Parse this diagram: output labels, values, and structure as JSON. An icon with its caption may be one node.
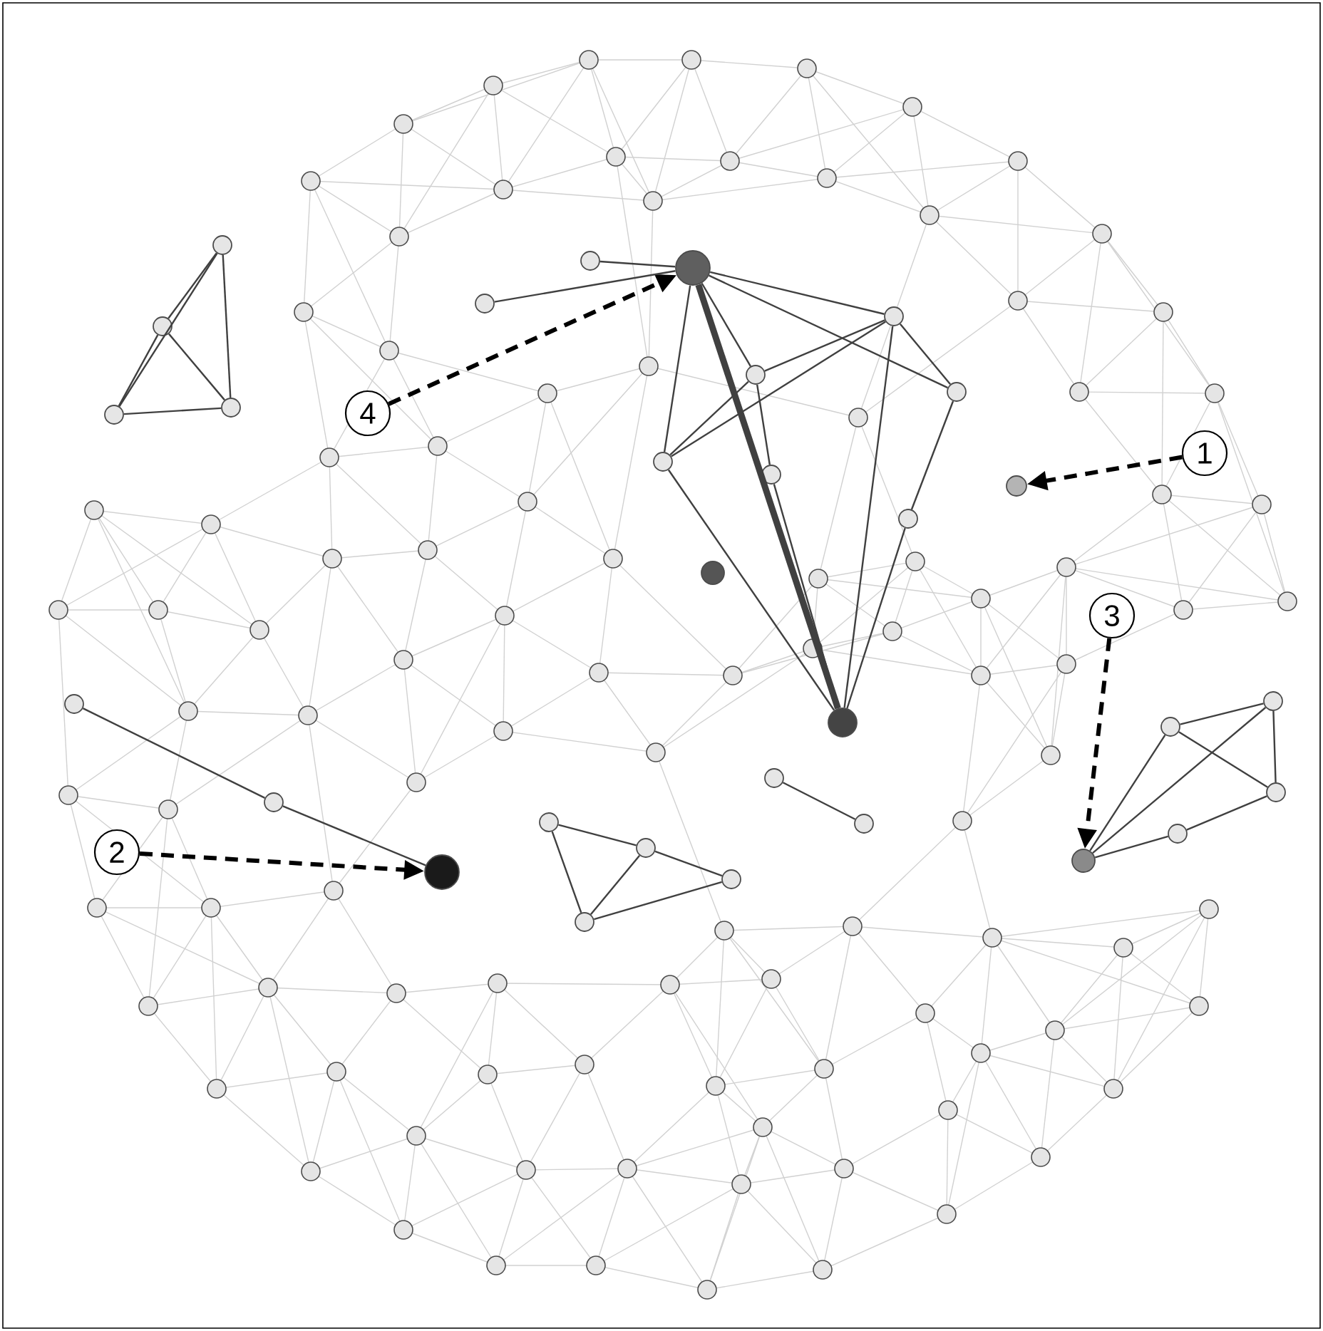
{
  "diagram": {
    "nodes": [
      {
        "text": [
          "1"
        ]
      },
      {
        "text": [
          "2"
        ]
      },
      {
        "text": [
          "3"
        ]
      },
      {
        "text": [
          "4"
        ]
      },
      {
        "text": [],
        "shape": "circle"
      },
      {
        "text": [],
        "shape": "circle"
      },
      {
        "text": [],
        "shape": "circle"
      },
      {
        "text": [],
        "shape": "circle"
      },
      {
        "text": [],
        "shape": "circle"
      },
      {
        "text": [],
        "shape": "circle"
      },
      {
        "text": [],
        "shape": "circle"
      },
      {
        "text": [],
        "shape": "circle"
      },
      {
        "text": [],
        "shape": "circle"
      },
      {
        "text": [],
        "shape": "circle"
      },
      {
        "text": [],
        "shape": "circle"
      },
      {
        "text": [],
        "shape": "circle"
      },
      {
        "text": [],
        "shape": "circle"
      },
      {
        "text": [],
        "shape": "circle"
      },
      {
        "text": [],
        "shape": "circle"
      },
      {
        "text": [],
        "shape": "circle"
      },
      {
        "text": [],
        "shape": "circle"
      },
      {
        "text": [],
        "shape": "circle"
      },
      {
        "text": [],
        "shape": "circle"
      },
      {
        "text": [],
        "shape": "circle"
      },
      {
        "text": [],
        "shape": "circle"
      },
      {
        "text": [],
        "shape": "circle"
      },
      {
        "text": [],
        "shape": "circle"
      },
      {
        "text": [],
        "shape": "circle"
      },
      {
        "text": [],
        "shape": "circle"
      },
      {
        "text": [],
        "shape": "circle"
      },
      {
        "text": [],
        "shape": "circle"
      },
      {
        "text": [],
        "shape": "circle"
      },
      {
        "text": [],
        "shape": "circle"
      },
      {
        "text": [],
        "shape": "circle"
      }
    ],
    "edges": [
      {
        "from": 0,
        "to": 4,
        "arrow": "to",
        "style": "dashed",
        "color": "#000000"
      },
      {
        "from": 1,
        "to": 5,
        "arrow": "to",
        "style": "dashed",
        "color": "#000000"
      },
      {
        "from": 2,
        "to": 6,
        "arrow": "to",
        "style": "dashed",
        "color": "#000000"
      },
      {
        "from": 3,
        "to": 7,
        "arrow": "to",
        "style": "dashed",
        "color": "#000000"
      },
      {
        "from": 7,
        "to": 8,
        "arrow": "none",
        "style": "thick"
      },
      {
        "from": 7,
        "to": 14,
        "arrow": "none"
      },
      {
        "from": 7,
        "to": 15,
        "arrow": "none"
      },
      {
        "from": 7,
        "to": 10,
        "arrow": "none"
      },
      {
        "from": 7,
        "to": 12,
        "arrow": "none"
      },
      {
        "from": 7,
        "to": 13,
        "arrow": "none"
      },
      {
        "from": 7,
        "to": 11,
        "arrow": "none"
      },
      {
        "from": 10,
        "to": 11,
        "arrow": "none"
      },
      {
        "from": 10,
        "to": 13,
        "arrow": "none"
      },
      {
        "from": 11,
        "to": 13,
        "arrow": "none"
      },
      {
        "from": 10,
        "to": 12,
        "arrow": "none"
      },
      {
        "from": 10,
        "to": 8,
        "arrow": "none"
      },
      {
        "from": 12,
        "to": 17,
        "arrow": "none"
      },
      {
        "from": 17,
        "to": 8,
        "arrow": "none"
      },
      {
        "from": 13,
        "to": 8,
        "arrow": "none"
      },
      {
        "from": 11,
        "to": 16,
        "arrow": "none"
      },
      {
        "from": 16,
        "to": 8,
        "arrow": "none"
      },
      {
        "from": 18,
        "to": 19,
        "arrow": "none"
      },
      {
        "from": 18,
        "to": 20,
        "arrow": "none"
      },
      {
        "from": 18,
        "to": 21,
        "arrow": "none"
      },
      {
        "from": 19,
        "to": 20,
        "arrow": "none"
      },
      {
        "from": 19,
        "to": 21,
        "arrow": "none"
      },
      {
        "from": 20,
        "to": 21,
        "arrow": "none"
      },
      {
        "from": 22,
        "to": 23,
        "arrow": "none"
      },
      {
        "from": 23,
        "to": 5,
        "arrow": "none"
      },
      {
        "from": 24,
        "to": 25,
        "arrow": "none"
      },
      {
        "from": 24,
        "to": 27,
        "arrow": "none"
      },
      {
        "from": 25,
        "to": 26,
        "arrow": "none"
      },
      {
        "from": 25,
        "to": 27,
        "arrow": "none"
      },
      {
        "from": 27,
        "to": 26,
        "arrow": "none"
      },
      {
        "from": 6,
        "to": 28,
        "arrow": "none"
      },
      {
        "from": 6,
        "to": 29,
        "arrow": "none"
      },
      {
        "from": 6,
        "to": 31,
        "arrow": "none"
      },
      {
        "from": 31,
        "to": 30,
        "arrow": "none"
      },
      {
        "from": 28,
        "to": 29,
        "arrow": "none"
      },
      {
        "from": 28,
        "to": 30,
        "arrow": "none"
      },
      {
        "from": 29,
        "to": 30,
        "arrow": "none"
      },
      {
        "from": 32,
        "to": 33,
        "arrow": "none"
      }
    ]
  }
}
